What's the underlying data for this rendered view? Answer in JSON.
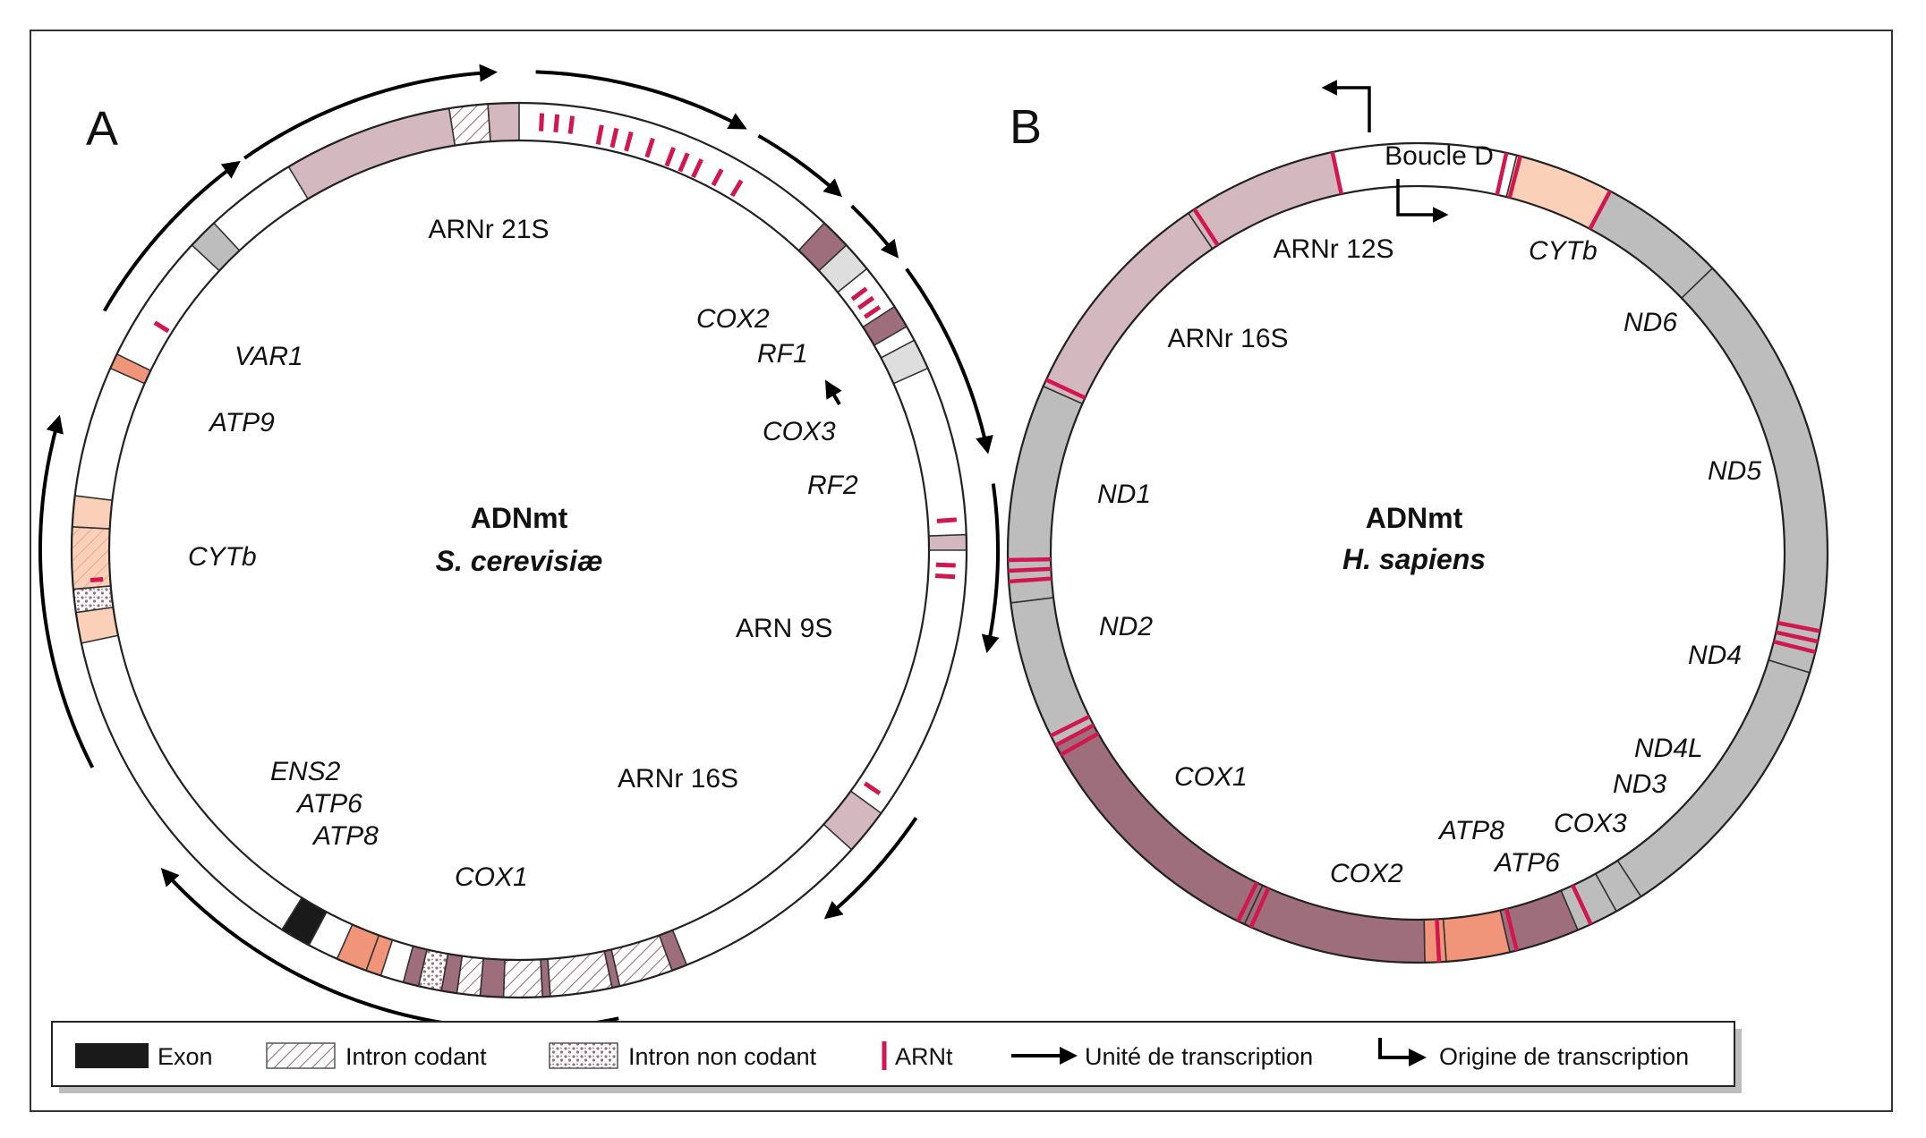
{
  "colors": {
    "mauve_dark": "#9E6E7C",
    "mauve_light": "#D4B8C0",
    "salmon": "#F0957A",
    "peach": "#FAD0B8",
    "grey": "#BDBDBD",
    "light_grey": "#DEDEDE",
    "exon": "#1A1A1A",
    "trna": "#D2174E"
  },
  "panel_a": {
    "letter": "A",
    "title": "ADNmt",
    "subtitle": "S. cerevisiæ",
    "labels": {
      "arnr21s": "ARNr 21S",
      "cox2": "COX2",
      "rf1": "RF1",
      "cox3": "COX3",
      "rf2": "RF2",
      "arn9s": "ARN 9S",
      "arnr16s": "ARNr 16S",
      "cox1": "COX1",
      "ens2": "ENS2",
      "atp6": "ATP6",
      "atp8": "ATP8",
      "cytb": "CYTb",
      "atp9": "ATP9",
      "var1": "VAR1"
    }
  },
  "panel_b": {
    "letter": "B",
    "title": "ADNmt",
    "subtitle": "H. sapiens",
    "labels": {
      "boucle_d": "Boucle D",
      "arnr12s": "ARNr 12S",
      "arnr16s": "ARNr 16S",
      "cytb": "CYTb",
      "nd6": "ND6",
      "nd5": "ND5",
      "nd1": "ND1",
      "nd2": "ND2",
      "nd4": "ND4",
      "nd4l": "ND4L",
      "nd3": "ND3",
      "cox1": "COX1",
      "cox2": "COX2",
      "cox3": "COX3",
      "atp8": "ATP8",
      "atp6": "ATP6"
    }
  },
  "legend": {
    "exon": "Exon",
    "intron_codant": "Intron codant",
    "intron_non_codant": "Intron non codant",
    "arnt": "ARNt",
    "unite": "Unité de transcription",
    "origine": "Origine de transcription"
  }
}
